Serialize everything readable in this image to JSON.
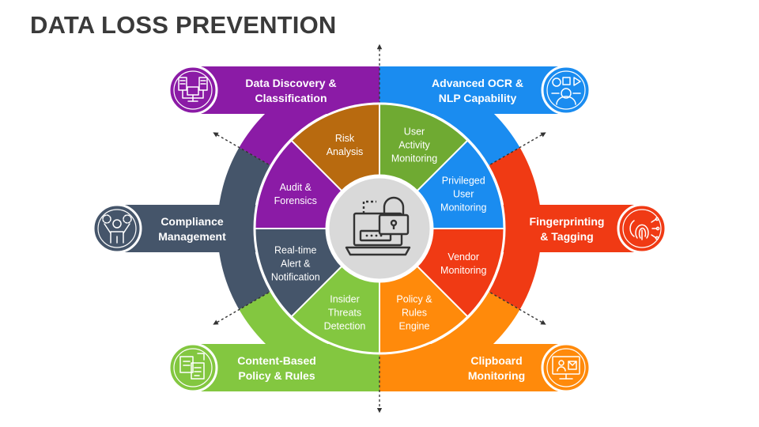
{
  "title": "DATA LOSS PREVENTION",
  "colors": {
    "purple": "#8B1BA6",
    "blue": "#1A8CF0",
    "red": "#F03A14",
    "orange": "#FF8A0B",
    "green": "#83C740",
    "slate": "#45556A",
    "brown": "#B86A0F",
    "hub": "#D9D9D9",
    "hub_border": "#ffffff"
  },
  "capabilities": [
    {
      "line1": "Data Discovery &",
      "line2": "Classification",
      "color": "#8B1BA6",
      "icon": "servers-icon"
    },
    {
      "line1": "Advanced OCR &",
      "line2": "NLP Capability",
      "color": "#1A8CF0",
      "icon": "ai-brain-icon"
    },
    {
      "line1": "Compliance",
      "line2": "Management",
      "color": "#45556A",
      "icon": "person-gears-icon"
    },
    {
      "line1": "Fingerprinting",
      "line2": "& Tagging",
      "color": "#F03A14",
      "icon": "fingerprint-icon"
    },
    {
      "line1": "Content-Based",
      "line2": "Policy & Rules",
      "color": "#83C740",
      "icon": "documents-icon"
    },
    {
      "line1": "Clipboard",
      "line2": "Monitoring",
      "color": "#FF8A0B",
      "icon": "monitor-user-icon"
    }
  ],
  "segments": [
    {
      "lines": [
        "User",
        "Activity",
        "Monitoring"
      ],
      "color": "#6FAA32"
    },
    {
      "lines": [
        "Privileged",
        "User",
        "Monitoring"
      ],
      "color": "#1A8CF0"
    },
    {
      "lines": [
        "Vendor",
        "Monitoring"
      ],
      "color": "#F03A14"
    },
    {
      "lines": [
        "Policy &",
        "Rules",
        "Engine"
      ],
      "color": "#FF8A0B"
    },
    {
      "lines": [
        "Insider",
        "Threats",
        "Detection"
      ],
      "color": "#83C740"
    },
    {
      "lines": [
        "Real-time",
        "Alert &",
        "Notification"
      ],
      "color": "#45556A"
    },
    {
      "lines": [
        "Audit &",
        "Forensics"
      ],
      "color": "#8B1BA6"
    },
    {
      "lines": [
        "Risk",
        "Analysis"
      ],
      "color": "#B86A0F"
    }
  ],
  "hub": {
    "icon": "laptop-lock-icon"
  }
}
